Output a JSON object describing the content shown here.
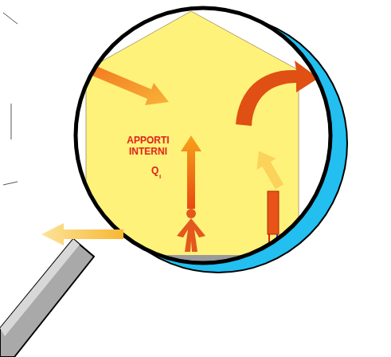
{
  "diagram": {
    "labels": [
      "APPORTI INTERNI",
      "Q",
      "i"
    ]
  }
}
